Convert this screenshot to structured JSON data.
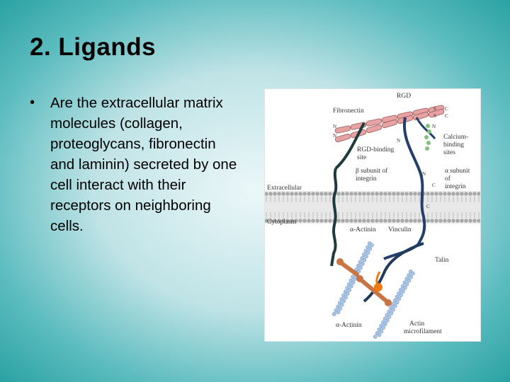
{
  "slide": {
    "title": "2. Ligands",
    "bullet": "Are the extracellular matrix molecules (collagen, proteoglycans, fibronectin and laminin) secreted by one cell interact with their receptors on neighboring cells."
  },
  "figure": {
    "labels": {
      "rgd": "RGD",
      "fibronectin": "Fibronectin",
      "n1": "N",
      "n2": "N",
      "n3": "N",
      "n4": "N",
      "n5": "N",
      "c1": "C",
      "c2": "C",
      "c3": "C",
      "c4": "C",
      "ss1": "S",
      "ss2": "S",
      "rgd_site_1": "RGD-binding",
      "rgd_site_2": "site",
      "calcium_1": "Calcium-",
      "calcium_2": "binding",
      "calcium_3": "sites",
      "beta_1": "β subunit of",
      "beta_2": "integrin",
      "alpha_1": "α subunit",
      "alpha_2": "of",
      "alpha_3": "integrin",
      "extracellular": "Extracellular",
      "cytoplasm": "Cytoplasm",
      "actinin_upper": "α-Actinin",
      "vinculin": "Vinculin",
      "talin": "Talin",
      "actinin_lower": "α-Actinin",
      "actin_1": "Actin",
      "actin_2": "microfilament"
    },
    "colors": {
      "fibronectin": "#e7a3a3",
      "membrane": "#a8a8a8",
      "beta_chain": "#1f3a3a",
      "alpha_chain": "#243f6b",
      "calcium_sites": "#7fc07a",
      "actinin": "#c87444",
      "vinculin": "#f07a10",
      "actin": "#a7c3e6"
    }
  }
}
